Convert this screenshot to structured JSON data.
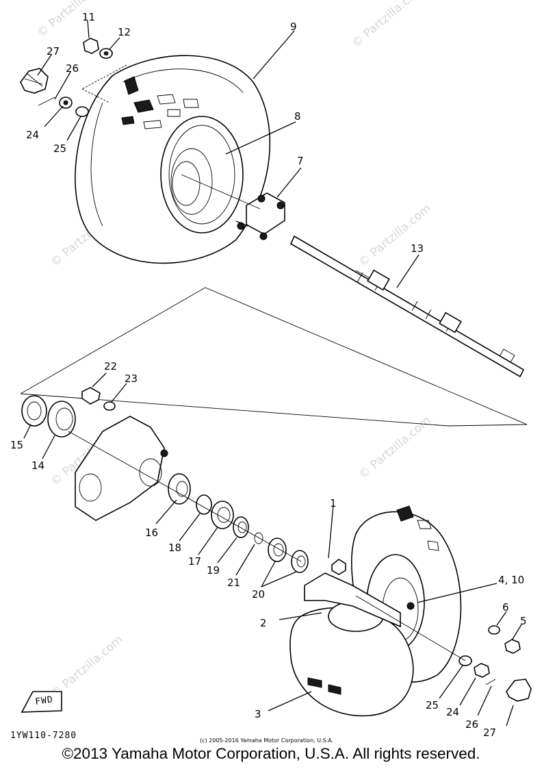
{
  "watermark": "© Partzilla.com",
  "callouts": {
    "p1": "1",
    "p2": "2",
    "p3": "3",
    "p4_10": "4, 10",
    "p5": "5",
    "p6": "6",
    "p7": "7",
    "p8": "8",
    "p9": "9",
    "p11": "11",
    "p12": "12",
    "p13": "13",
    "p14": "14",
    "p15": "15",
    "p16": "16",
    "p17": "17",
    "p18": "18",
    "p19": "19",
    "p20": "20",
    "p21": "21",
    "p22": "22",
    "p23": "23",
    "p24_top": "24",
    "p25_top": "25",
    "p26_top": "26",
    "p27_top": "27",
    "p24_bot": "24",
    "p25_bot": "25",
    "p26_bot": "26",
    "p27_bot": "27"
  },
  "fwd_label": "FWD",
  "diagram_code": "1YW110-7280",
  "fine_print": "(c) 2005-2016 Yamaha Motor Corporation, U.S.A.",
  "copyright": "©2013 Yamaha Motor Corporation, U.S.A. All rights reserved."
}
